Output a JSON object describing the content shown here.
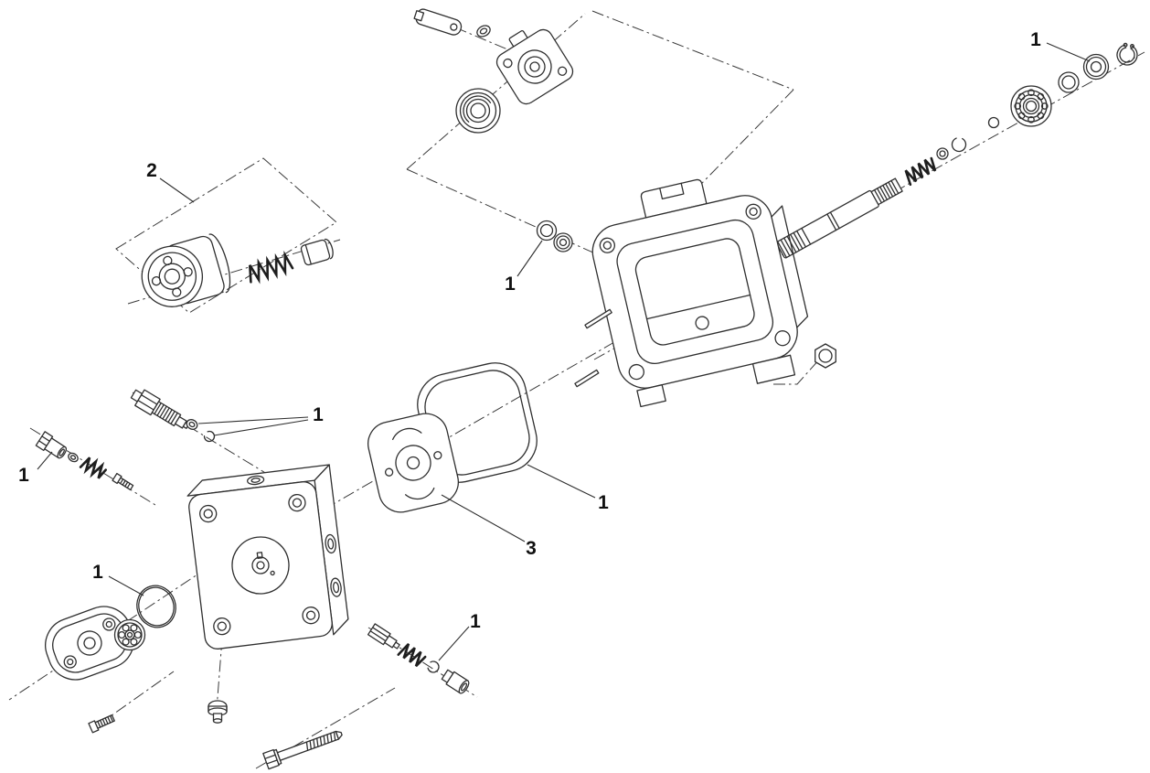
{
  "page": {
    "background": "#ffffff",
    "line_color": "#2f2f2f",
    "callout_color": "#111111"
  },
  "diagram": {
    "kind": "exploded-parts-diagram",
    "subject": "hydraulic-pump-assembly",
    "callouts": [
      {
        "label": "1",
        "target": "shaft-seal-and-retainer"
      },
      {
        "label": "2",
        "target": "cartridge-kit"
      },
      {
        "label": "1",
        "target": "housing-seal-washers"
      },
      {
        "label": "1",
        "target": "fitting-seal-washers"
      },
      {
        "label": "1",
        "target": "plug-and-spring-kit"
      },
      {
        "label": "1",
        "target": "square-ring-gasket"
      },
      {
        "label": "3",
        "target": "wear-plate"
      },
      {
        "label": "1",
        "target": "o-ring"
      },
      {
        "label": "1",
        "target": "valve-seal-washer"
      }
    ],
    "parts": [
      "control-lever",
      "washer",
      "end-cover",
      "bearing-cup",
      "pump-housing",
      "drive-shaft",
      "spring",
      "retaining-washer",
      "snap-ring",
      "ball-bearing",
      "shaft-seal",
      "hex-nut",
      "roller-cartridge",
      "coil-spring",
      "piston",
      "square-ring-gasket",
      "wear-plate",
      "valve-body",
      "relief-fitting",
      "plug",
      "o-ring",
      "cover-flange",
      "gerotor-gear",
      "hex-bolt",
      "pipe-plug",
      "cap-screw"
    ]
  }
}
